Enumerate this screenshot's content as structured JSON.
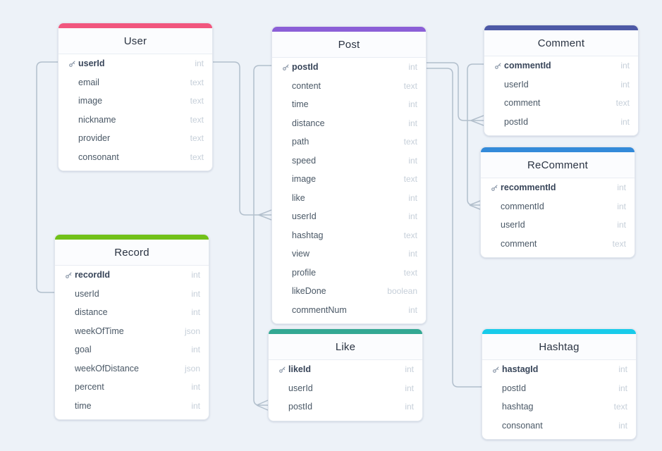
{
  "canvas": {
    "background": "#edf2f8",
    "connector_color": "#b2bfcc"
  },
  "tables": [
    {
      "id": "user",
      "name": "User",
      "accent_color": "#f1567e",
      "fields": [
        {
          "name": "userId",
          "type": "int",
          "pk": true
        },
        {
          "name": "email",
          "type": "text",
          "pk": false
        },
        {
          "name": "image",
          "type": "text",
          "pk": false
        },
        {
          "name": "nickname",
          "type": "text",
          "pk": false
        },
        {
          "name": "provider",
          "type": "text",
          "pk": false
        },
        {
          "name": "consonant",
          "type": "text",
          "pk": false
        }
      ]
    },
    {
      "id": "post",
      "name": "Post",
      "accent_color": "#8b5fd7",
      "fields": [
        {
          "name": "postId",
          "type": "int",
          "pk": true
        },
        {
          "name": "content",
          "type": "text",
          "pk": false
        },
        {
          "name": "time",
          "type": "int",
          "pk": false
        },
        {
          "name": "distance",
          "type": "int",
          "pk": false
        },
        {
          "name": "path",
          "type": "text",
          "pk": false
        },
        {
          "name": "speed",
          "type": "int",
          "pk": false
        },
        {
          "name": "image",
          "type": "text",
          "pk": false
        },
        {
          "name": "like",
          "type": "int",
          "pk": false
        },
        {
          "name": "userId",
          "type": "int",
          "pk": false
        },
        {
          "name": "hashtag",
          "type": "text",
          "pk": false
        },
        {
          "name": "view",
          "type": "int",
          "pk": false
        },
        {
          "name": "profile",
          "type": "text",
          "pk": false
        },
        {
          "name": "likeDone",
          "type": "boolean",
          "pk": false
        },
        {
          "name": "commentNum",
          "type": "int",
          "pk": false
        }
      ]
    },
    {
      "id": "comment",
      "name": "Comment",
      "accent_color": "#4d59a6",
      "fields": [
        {
          "name": "commentId",
          "type": "int",
          "pk": true
        },
        {
          "name": "userId",
          "type": "int",
          "pk": false
        },
        {
          "name": "comment",
          "type": "text",
          "pk": false
        },
        {
          "name": "postId",
          "type": "int",
          "pk": false
        }
      ]
    },
    {
      "id": "recomment",
      "name": "ReComment",
      "accent_color": "#338ad9",
      "fields": [
        {
          "name": "recommentId",
          "type": "int",
          "pk": true
        },
        {
          "name": "commentId",
          "type": "int",
          "pk": false
        },
        {
          "name": "userId",
          "type": "int",
          "pk": false
        },
        {
          "name": "comment",
          "type": "text",
          "pk": false
        }
      ]
    },
    {
      "id": "record",
      "name": "Record",
      "accent_color": "#71c119",
      "fields": [
        {
          "name": "recordId",
          "type": "int",
          "pk": true
        },
        {
          "name": "userId",
          "type": "int",
          "pk": false
        },
        {
          "name": "distance",
          "type": "int",
          "pk": false
        },
        {
          "name": "weekOfTime",
          "type": "json",
          "pk": false
        },
        {
          "name": "goal",
          "type": "int",
          "pk": false
        },
        {
          "name": "weekOfDistance",
          "type": "json",
          "pk": false
        },
        {
          "name": "percent",
          "type": "int",
          "pk": false
        },
        {
          "name": "time",
          "type": "int",
          "pk": false
        }
      ]
    },
    {
      "id": "like",
      "name": "Like",
      "accent_color": "#33a893",
      "fields": [
        {
          "name": "likeId",
          "type": "int",
          "pk": true
        },
        {
          "name": "userId",
          "type": "int",
          "pk": false
        },
        {
          "name": "postId",
          "type": "int",
          "pk": false
        }
      ]
    },
    {
      "id": "hashtag",
      "name": "Hashtag",
      "accent_color": "#18cbea",
      "fields": [
        {
          "name": "hastagId",
          "type": "int",
          "pk": true
        },
        {
          "name": "postId",
          "type": "int",
          "pk": false
        },
        {
          "name": "hashtag",
          "type": "text",
          "pk": false
        },
        {
          "name": "consonant",
          "type": "int",
          "pk": false
        }
      ]
    }
  ],
  "relationships": [
    {
      "from": "User.userId",
      "to": "Record.userId",
      "cardinality": "one-to-many"
    },
    {
      "from": "User.userId",
      "to": "Post.userId",
      "cardinality": "one-to-many"
    },
    {
      "from": "Post.postId",
      "to": "Like.postId",
      "cardinality": "one-to-many"
    },
    {
      "from": "Post.postId",
      "to": "Comment.postId",
      "cardinality": "one-to-many"
    },
    {
      "from": "Post.postId",
      "to": "Hashtag.postId",
      "cardinality": "one-to-many"
    },
    {
      "from": "Comment.commentId",
      "to": "ReComment.commentId",
      "cardinality": "one-to-many"
    }
  ]
}
